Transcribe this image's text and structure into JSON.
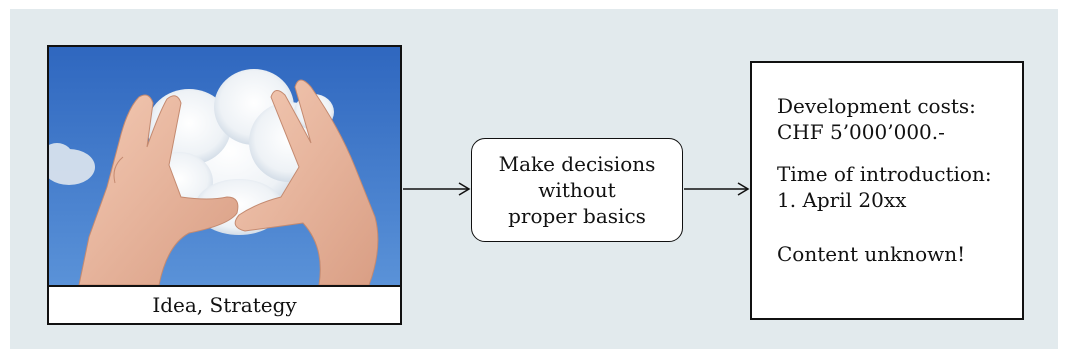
{
  "diagram": {
    "photo_caption": "Idea, Strategy",
    "decision": {
      "lines": [
        "Make decisions",
        "without",
        "proper basics"
      ]
    },
    "result": {
      "development_costs_label": "Development costs:",
      "development_costs_value": "CHF 5’000’000.-",
      "introduction_label": "Time of introduction:",
      "introduction_value": "1. April 20xx",
      "content_status": "Content unknown!"
    }
  },
  "colors": {
    "panel_background": "#e2eaed",
    "sky": "#3f78c9",
    "border": "#111111"
  }
}
